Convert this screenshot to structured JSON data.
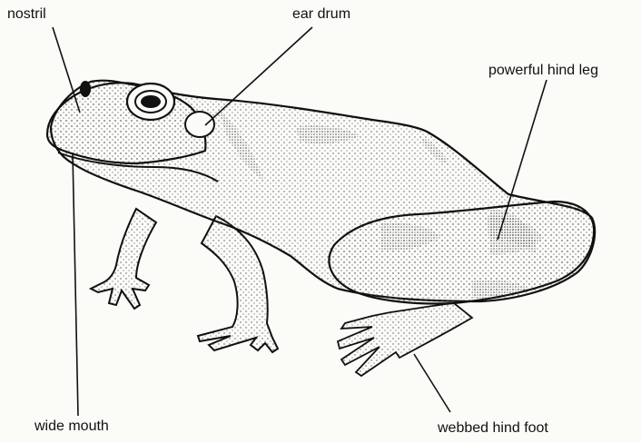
{
  "labels": {
    "nostril": "nostril",
    "ear_drum": "ear drum",
    "hind_leg": "powerful hind leg",
    "mouth": "wide mouth",
    "hind_foot": "webbed hind foot"
  },
  "colors": {
    "ink": "#111111",
    "paper": "#fbfbf8",
    "stipple": "#555555"
  }
}
